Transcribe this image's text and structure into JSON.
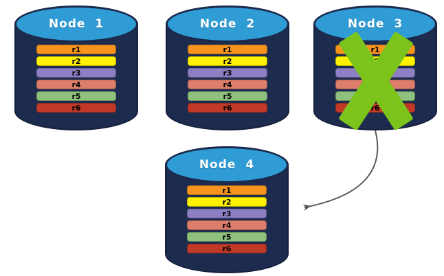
{
  "diagram": {
    "description": "Replicated database nodes; failed node replicated to new node",
    "colors": {
      "background": "#ffffff",
      "cylinder_body": "#1d2b4f",
      "cylinder_top": "#2f9cd6",
      "title_text": "#ffffff",
      "row_text": "#000000",
      "x_mark": "#7cc41c",
      "arrow": "#595959"
    },
    "rows": [
      {
        "label": "r1",
        "color": "#f7941e"
      },
      {
        "label": "r2",
        "color": "#fff100"
      },
      {
        "label": "r3",
        "color": "#8c7fc4"
      },
      {
        "label": "r4",
        "color": "#dd7e6b"
      },
      {
        "label": "r5",
        "color": "#8fc07e"
      },
      {
        "label": "r6",
        "color": "#c23a27"
      }
    ],
    "nodes": [
      {
        "id": "node-1",
        "label": "Node 1",
        "failed": false
      },
      {
        "id": "node-2",
        "label": "Node 2",
        "failed": false
      },
      {
        "id": "node-3",
        "label": "Node 3",
        "failed": true
      },
      {
        "id": "node-4",
        "label": "Node 4",
        "failed": false
      }
    ],
    "arrow": {
      "from": "node-3",
      "to": "node-4"
    }
  }
}
